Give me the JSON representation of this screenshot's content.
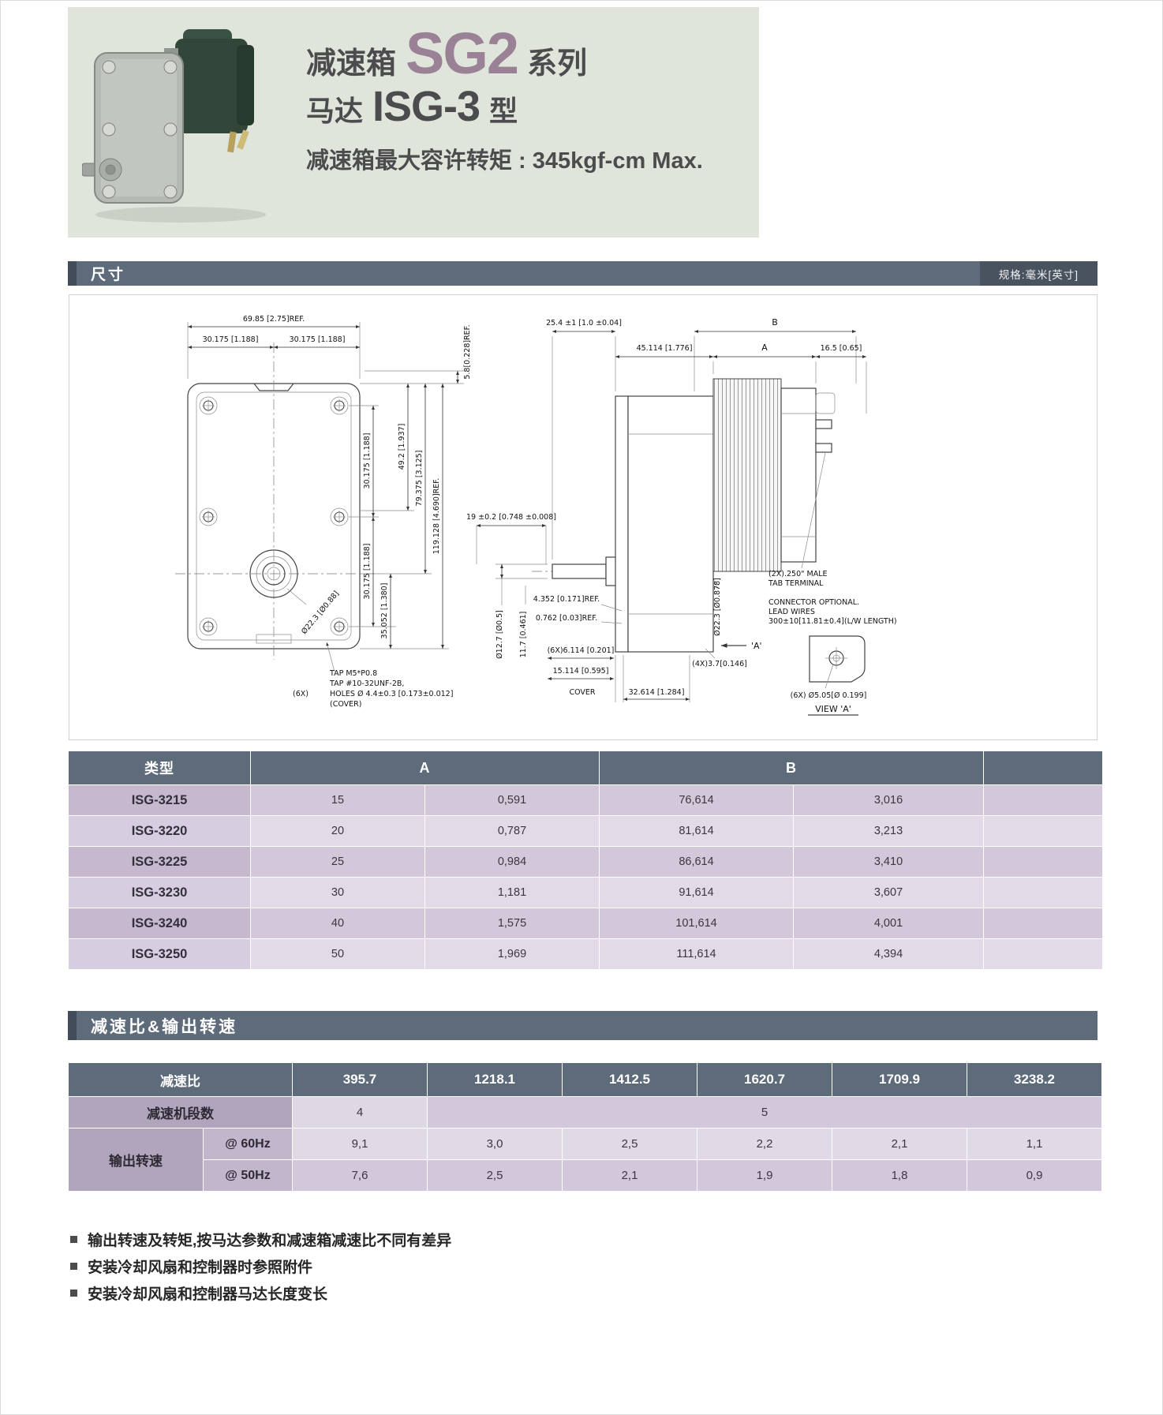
{
  "header": {
    "title_prefix": "减速箱",
    "title_model": "SG2",
    "title_suffix": "系列",
    "subtitle_prefix": "马达",
    "subtitle_model": "ISG-3",
    "subtitle_suffix": "型",
    "torque_note": "减速箱最大容许转矩 : 345kgf-cm Max."
  },
  "section_dimensions": {
    "title": "尺寸",
    "unit_note": "规格:毫米[英寸]"
  },
  "section_ratio": {
    "title": "减速比&输出转速"
  },
  "drawing": {
    "front": {
      "w_total": "69.85 [2.75]REF.",
      "w_left": "30.175 [1.188]",
      "w_right": "30.175 [1.188]",
      "side_ref": "5.8[0.228]REF.",
      "s1": "30.175 [1.188]",
      "s2": "30.175 [1.188]",
      "s3": "35.052 [1.380]",
      "h1": "49.2 [1.937]",
      "h2": "79.375 [3.125]",
      "h3": "119.128 [4.690]REF.",
      "shaft": "Ø22.3 [Ø0.88]",
      "note1": "TAP M5*P0.8",
      "note2": "TAP #10-32UNF-2B,",
      "note3": "HOLES Ø 4.4±0.3 [0.173±0.012]",
      "note4": "(COVER)",
      "note5": "(6X)"
    },
    "side": {
      "d_shaft_len": "25.4 ±1 [1.0 ±0.04]",
      "d_b": "B",
      "d_house": "45.114 [1.776]",
      "d_a": "A",
      "d_tail": "16.5 [0.65]",
      "d_19": "19 ±0.2 [0.748 ±0.008]",
      "d_4352": "4.352 [0.171]REF.",
      "d_0762": "0.762 [0.03]REF.",
      "d_127": "Ø12.7 [Ø0.5]",
      "d_117": "11.7 [0.461]",
      "d_223": "Ø22.3 [Ø0.878]",
      "tab1": "(2X).250\" MALE",
      "tab2": "TAB TERMINAL",
      "conn1": "CONNECTOR OPTIONAL.",
      "conn2": "LEAD WIRES",
      "conn3": "300±10[11.81±0.4](L/W LENGTH)",
      "d_6114": "(6X)6.114 [0.201]",
      "d_15114": "15.114 [0.595]",
      "cover": "COVER",
      "d_32614": "32.614 [1.284]",
      "d_37": "(4X)3.7[0.146]",
      "view_hole": "(6X) Ø5.05[Ø 0.199]",
      "view_label": "VIEW 'A'",
      "a_mark": "'A'"
    }
  },
  "dim_table": {
    "col_type": "类型",
    "col_a": "A",
    "col_b": "B",
    "rows": [
      {
        "type": "ISG-3215",
        "a_mm": "15",
        "a_in": "0,591",
        "b_mm": "76,614",
        "b_in": "3,016"
      },
      {
        "type": "ISG-3220",
        "a_mm": "20",
        "a_in": "0,787",
        "b_mm": "81,614",
        "b_in": "3,213"
      },
      {
        "type": "ISG-3225",
        "a_mm": "25",
        "a_in": "0,984",
        "b_mm": "86,614",
        "b_in": "3,410"
      },
      {
        "type": "ISG-3230",
        "a_mm": "30",
        "a_in": "1,181",
        "b_mm": "91,614",
        "b_in": "3,607"
      },
      {
        "type": "ISG-3240",
        "a_mm": "40",
        "a_in": "1,575",
        "b_mm": "101,614",
        "b_in": "4,001"
      },
      {
        "type": "ISG-3250",
        "a_mm": "50",
        "a_in": "1,969",
        "b_mm": "111,614",
        "b_in": "4,394"
      }
    ]
  },
  "ratio_table": {
    "col_ratio": "减速比",
    "ratios": [
      "395.7",
      "1218.1",
      "1412.5",
      "1620.7",
      "1709.9",
      "3238.2"
    ],
    "stages_label": "减速机段数",
    "stages_col1": "4",
    "stages_rest": "5",
    "output_label": "输出转速",
    "hz60_label": "@ 60Hz",
    "hz50_label": "@ 50Hz",
    "hz60": [
      "9,1",
      "3,0",
      "2,5",
      "2,2",
      "2,1",
      "1,1"
    ],
    "hz50": [
      "7,6",
      "2,5",
      "2,1",
      "1,9",
      "1,8",
      "0,9"
    ]
  },
  "notes": [
    "输出转速及转矩,按马达参数和减速箱减速比不同有差异",
    "安装冷却风扇和控制器时参照附件",
    "安装冷却风扇和控制器马达长度变长"
  ],
  "colors": {
    "hero_bg": "#dfe5db",
    "section_bar": "#5e6b7a",
    "section_bar_accent": "#434d59",
    "table_header": "#5e6b7a",
    "row_dark": "#d3c7da",
    "row_light": "#e2dbe7",
    "label_cell": "#b1a5bd",
    "accent_mauve": "#9a8196"
  }
}
